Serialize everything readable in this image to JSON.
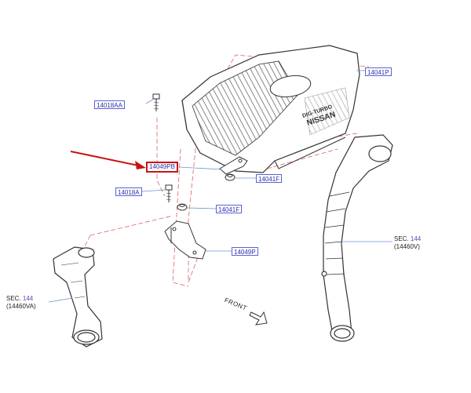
{
  "labels": {
    "cover_top_right": "14041P",
    "bolt_top_left": "14018AA",
    "selected_part": "14049PB",
    "bolt_lower_left": "14018A",
    "grommet_upper": "14041F",
    "grommet_lower": "14041F",
    "bracket": "14049P"
  },
  "sections": {
    "left": {
      "prefix": "SEC.",
      "number": "144",
      "part": "(14460VA)"
    },
    "right": {
      "prefix": "SEC.",
      "number": "144",
      "part": "(14460V)"
    }
  },
  "front_label": "FRONT",
  "cover_text": {
    "line1": "DIG-TURBO",
    "line2": "NISSAN"
  },
  "colors": {
    "callout_text": "#2b2fa8",
    "callout_border": "#5a63d6",
    "highlight": "#c81414",
    "leader": "#6f8fd6",
    "phantom": "#e06060"
  }
}
